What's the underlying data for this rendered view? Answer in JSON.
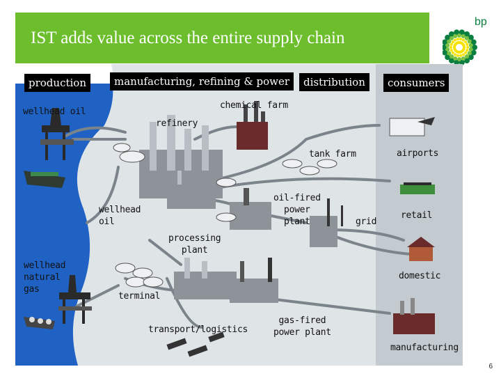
{
  "title": "IST adds value across the entire supply chain",
  "logo": {
    "text": "bp",
    "icon": "bp-helios-logo"
  },
  "headers": {
    "production": "production",
    "manufacturing": "manufacturing, refining & power",
    "distribution": "distribution",
    "consumers": "consumers"
  },
  "labels": {
    "wellhead_oil_top": "wellhead oil",
    "chemical_farm": "chemical farm",
    "refinery": "refinery",
    "tank_farm": "tank farm",
    "airports": "airports",
    "oil_fired": "oil-fired\npower\nplant",
    "grid": "grid",
    "retail": "retail",
    "wellhead_oil_mid": "wellhead\noil",
    "processing_plant": "processing\nplant",
    "wellhead_gas": "wellhead\nnatural\ngas",
    "domestic": "domestic",
    "terminal": "terminal",
    "transport": "transport/logistics",
    "gas_fired": "gas-fired\npower plant",
    "manufacturing_site": "manufacturing"
  },
  "page_number": "6",
  "colors": {
    "title_bg": "#6cbe2d",
    "sea": "#1f62c4",
    "land": "#dfe4e7",
    "consumer_band": "#c3cbd1",
    "pipe": "#7b838b"
  }
}
